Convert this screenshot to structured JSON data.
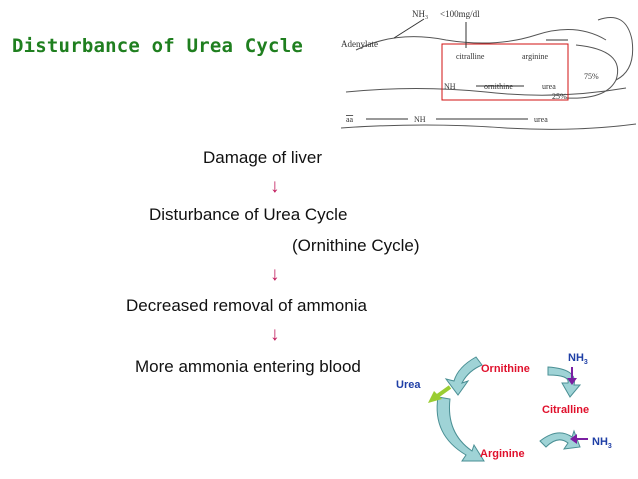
{
  "slide": {
    "title": "Disturbance of Urea Cycle"
  },
  "flow": {
    "step1": "Damage of liver",
    "step2": "Disturbance of Urea Cycle",
    "step2b": "(Ornithine Cycle)",
    "step3": "Decreased removal of ammonia",
    "step4": "More ammonia entering blood",
    "arrow": "↓"
  },
  "top_diagram": {
    "nh3_level": "NH",
    "nh3_sub": "3",
    "limit": "<100mg/dl",
    "adenylate": "Adenylate",
    "citralline": "citralline",
    "arginine": "arginine",
    "nh3_left": "NH",
    "ornithine": "ornithine",
    "urea": "urea",
    "pct75": "75%",
    "pct25": "25%",
    "aa": "aa",
    "nh3_bottom": "NH",
    "urea_bottom": "urea"
  },
  "cycle": {
    "ornithine": "Ornithine",
    "urea": "Urea",
    "citralline": "Citralline",
    "arginine": "Arginine",
    "nh3_top": "NH",
    "nh3_top_sub": "3",
    "nh3_bottom": "NH",
    "nh3_bottom_sub": "3",
    "colors": {
      "red_label": "#e0102c",
      "blue_label": "#1f3fa6",
      "arrow_fill": "#9fd3d6",
      "arrow_stroke": "#4a8f94",
      "urea_arrow": "#9acd32",
      "nh3_arrow": "#7b1fa2"
    }
  }
}
